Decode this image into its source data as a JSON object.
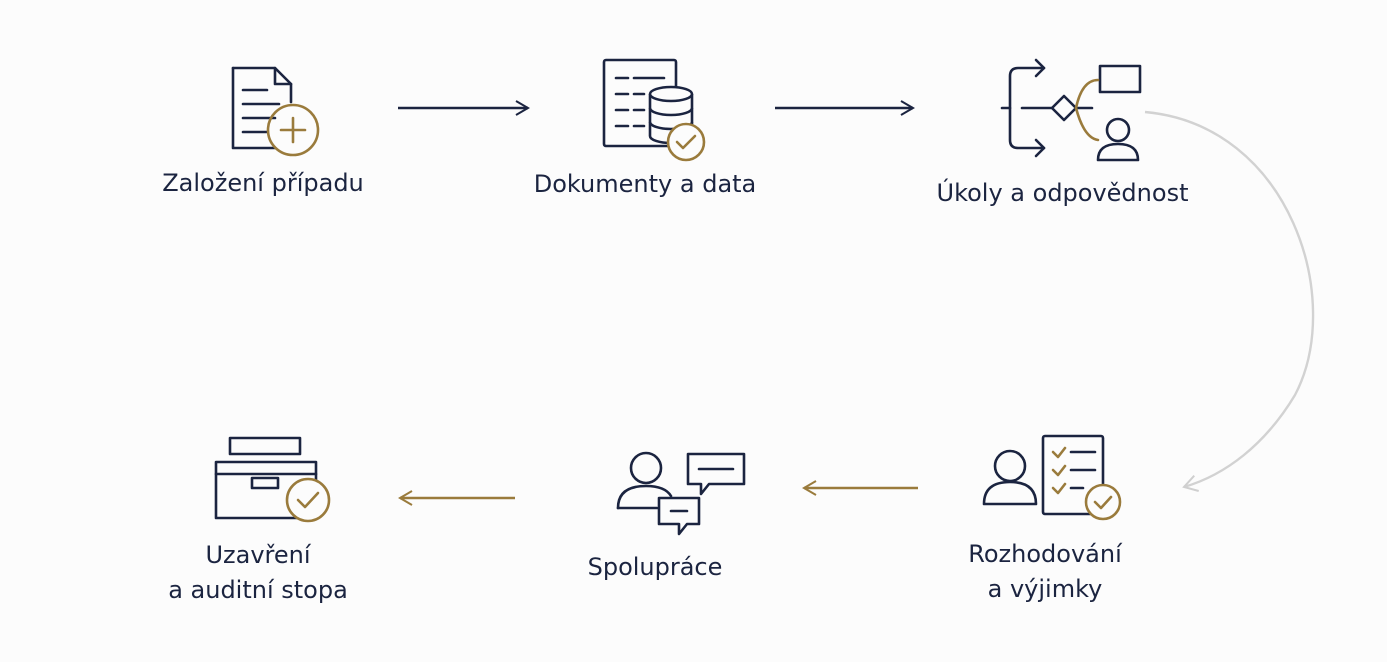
{
  "colors": {
    "navy": "#1b2440",
    "gold": "#9a7b3c",
    "gray": "#d2d2d2",
    "background": "#fcfcfc"
  },
  "steps": [
    {
      "icon": "document-plus-icon",
      "label": [
        "Založení případu"
      ]
    },
    {
      "icon": "document-database-check-icon",
      "label": [
        "Dokumenty a data"
      ]
    },
    {
      "icon": "workflow-branch-icon",
      "label": [
        "Úkoly a odpovědnost"
      ]
    },
    {
      "icon": "person-checklist-check-icon",
      "label": [
        "Rozhodování",
        "a výjimky"
      ]
    },
    {
      "icon": "people-chat-icon",
      "label": [
        "Spolupráce"
      ]
    },
    {
      "icon": "archive-box-check-icon",
      "label": [
        "Uzavření",
        "a auditní stopa"
      ]
    }
  ]
}
